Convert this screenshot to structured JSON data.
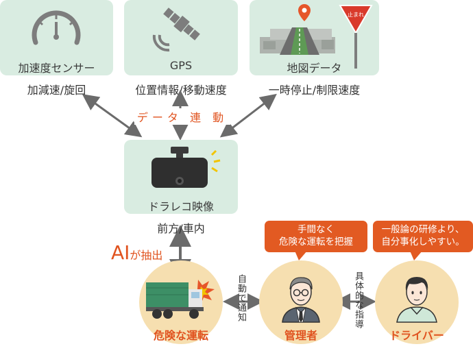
{
  "sources": [
    {
      "title": "加速度センサー",
      "subtitle": "加減速/旋回",
      "icon": "speedometer-icon"
    },
    {
      "title": "GPS",
      "subtitle": "位置情報/移動速度",
      "icon": "satellite-icon"
    },
    {
      "title": "地図データ",
      "subtitle": "一時停止/制限速度",
      "icon": "map-road-icon",
      "sign_text": "止まれ"
    }
  ],
  "data_link_label": "データ 連 動",
  "dashcam": {
    "title": "ドラレコ映像",
    "subtitle": "前方/車内",
    "icon": "dashcam-icon"
  },
  "ai_extract": {
    "ai": "AI",
    "text": "が抽出"
  },
  "nodes": {
    "danger": {
      "label": "危険な運転",
      "icon": "truck-crash-icon"
    },
    "manager": {
      "label": "管理者",
      "icon": "manager-icon"
    },
    "driver": {
      "label": "ドライバー",
      "icon": "driver-icon"
    }
  },
  "auto_notify": "自動で通知",
  "specific_guidance": "具体的な指導",
  "bubbles": {
    "manager": [
      "手間なく",
      "危険な運転を把握"
    ],
    "driver": [
      "一般論の研修より、",
      "自分事化しやすい。"
    ]
  },
  "colors": {
    "card": "#d9ece1",
    "circle": "#f6dfb0",
    "accent": "#e25a22",
    "arrow": "#6b6b6b"
  }
}
